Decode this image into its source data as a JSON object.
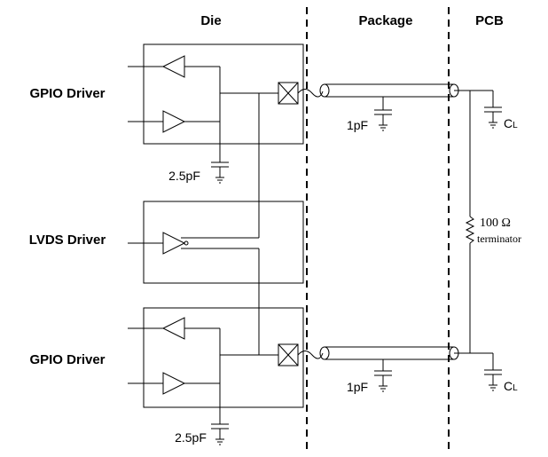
{
  "headers": {
    "die": "Die",
    "package": "Package",
    "pcb": "PCB"
  },
  "drivers": {
    "gpio_top": "GPIO Driver",
    "lvds": "LVDS Driver",
    "gpio_bottom": "GPIO Driver"
  },
  "capacitors": {
    "die_top": "2.5pF",
    "die_bottom": "2.5pF",
    "package_top": "1pF",
    "package_bottom": "1pF",
    "pcb_top_main": "C",
    "pcb_top_sub": "L",
    "pcb_bottom_main": "C",
    "pcb_bottom_sub": "L"
  },
  "terminator": {
    "value": "100 Ω",
    "label": "terminator"
  }
}
